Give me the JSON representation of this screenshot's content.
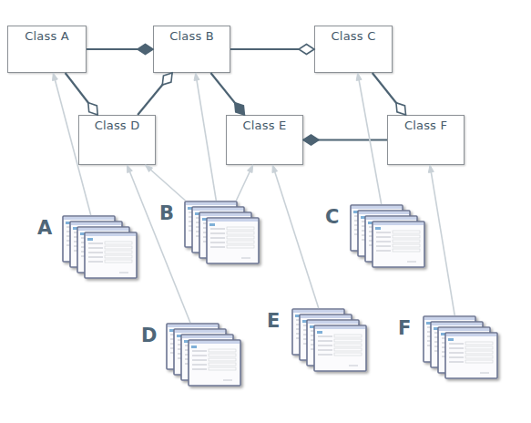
{
  "diagram": {
    "nodes": [
      {
        "text": [
          "Class A"
        ]
      },
      {
        "text": [
          "Class B"
        ]
      },
      {
        "text": [
          "Class C"
        ]
      },
      {
        "text": [
          "Class D"
        ]
      },
      {
        "text": [
          "Class E"
        ]
      },
      {
        "text": [
          "Class F"
        ]
      },
      {
        "text": [
          "A"
        ]
      },
      {
        "text": [
          "B"
        ]
      },
      {
        "text": [
          "C"
        ]
      },
      {
        "text": [
          "D"
        ]
      },
      {
        "text": [
          "E"
        ]
      },
      {
        "text": [
          "F"
        ]
      }
    ],
    "edges": [
      {
        "from": 0,
        "to": 1,
        "arrow": "to"
      },
      {
        "from": 1,
        "to": 2,
        "arrow": "to"
      },
      {
        "from": 0,
        "to": 3,
        "arrow": "to"
      },
      {
        "from": 3,
        "to": 1,
        "arrow": "to"
      },
      {
        "from": 1,
        "to": 4,
        "arrow": "to"
      },
      {
        "from": 5,
        "to": 4,
        "arrow": "to"
      },
      {
        "from": 2,
        "to": 5,
        "arrow": "to"
      },
      {
        "from": 6,
        "to": 0,
        "arrow": "to"
      },
      {
        "from": 7,
        "to": 3,
        "arrow": "to"
      },
      {
        "from": 7,
        "to": 1,
        "arrow": "to"
      },
      {
        "from": 7,
        "to": 4,
        "arrow": "to"
      },
      {
        "from": 8,
        "to": 2,
        "arrow": "to"
      },
      {
        "from": 9,
        "to": 3,
        "arrow": "to"
      },
      {
        "from": 10,
        "to": 4,
        "arrow": "to"
      },
      {
        "from": 11,
        "to": 5,
        "arrow": "to"
      }
    ]
  }
}
